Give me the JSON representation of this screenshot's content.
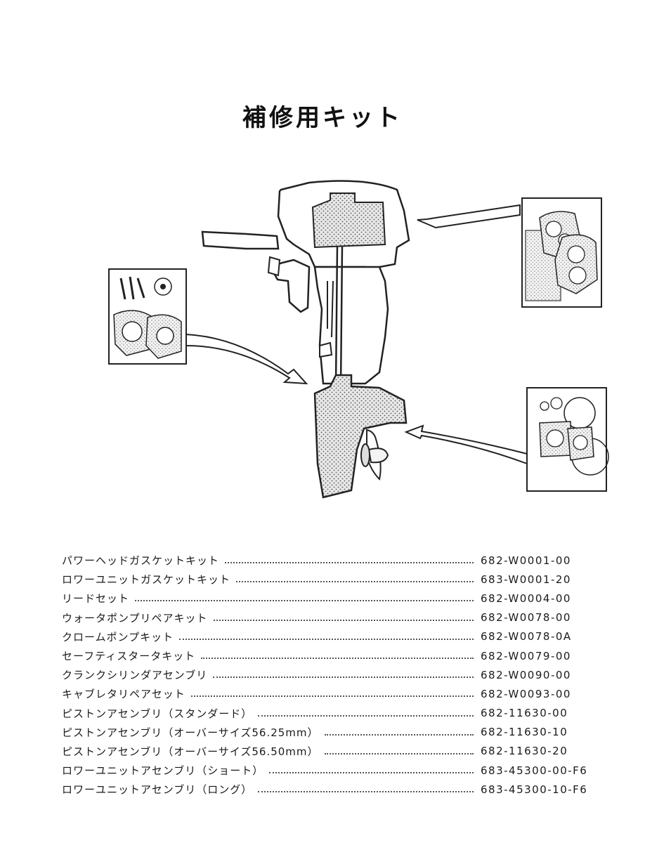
{
  "page": {
    "title": "補修用キット"
  },
  "kits": [
    {
      "name": "パワーヘッドガスケットキット",
      "part": "682-W0001-00"
    },
    {
      "name": "ロワーユニットガスケットキット",
      "part": "683-W0001-20"
    },
    {
      "name": "リードセット",
      "part": "682-W0004-00"
    },
    {
      "name": "ウォータポンプリペアキット",
      "part": "682-W0078-00"
    },
    {
      "name": "クロームポンプキット",
      "part": "682-W0078-0A"
    },
    {
      "name": "セーフティスタータキット",
      "part": "682-W0079-00"
    },
    {
      "name": "クランクシリンダアセンブリ",
      "part": "682-W0090-00"
    },
    {
      "name": "キャブレタリペアセット",
      "part": "682-W0093-00"
    },
    {
      "name": "ピストンアセンブリ（スタンダード）",
      "part": "682-11630-00"
    },
    {
      "name": "ピストンアセンブリ（オーバーサイズ56.25mm）",
      "part": "682-11630-10"
    },
    {
      "name": "ピストンアセンブリ（オーバーサイズ56.50mm）",
      "part": "682-11630-20"
    },
    {
      "name": "ロワーユニットアセンブリ（ショート）",
      "part": "683-45300-00-F6"
    },
    {
      "name": "ロワーユニットアセンブリ（ロング）",
      "part": "683-45300-10-F6"
    }
  ]
}
